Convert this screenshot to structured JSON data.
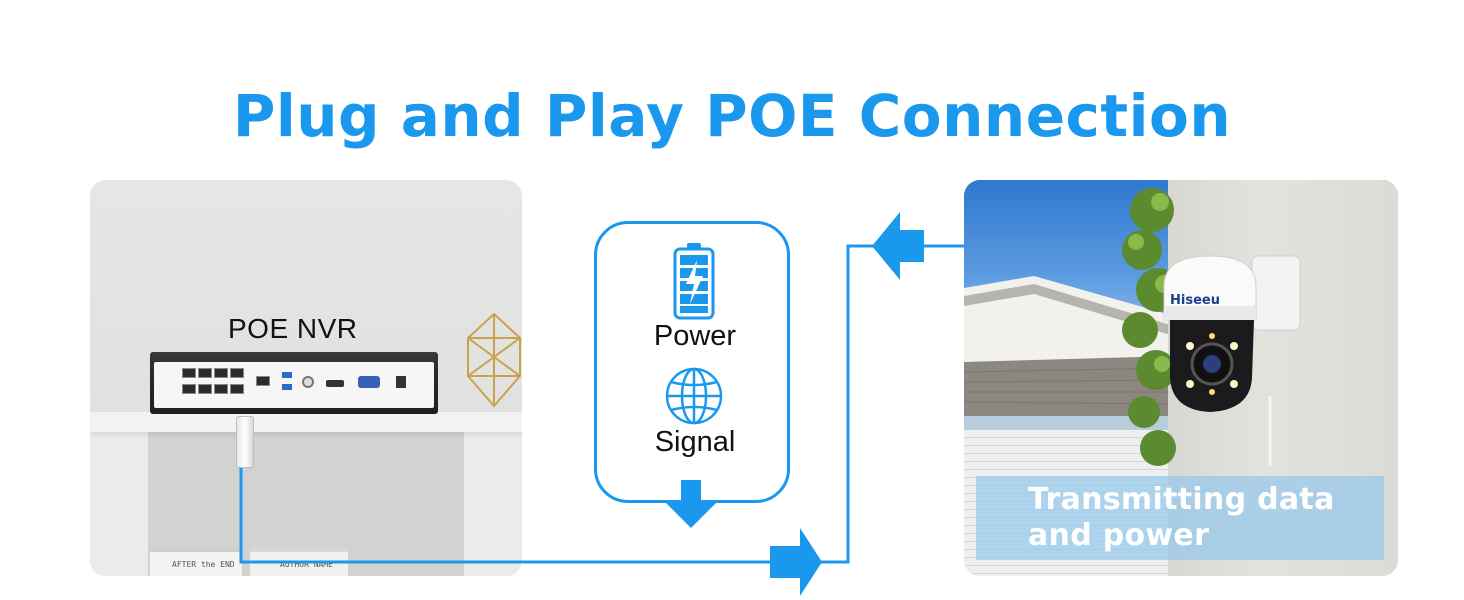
{
  "title": "Plug and Play POE Connection",
  "nvr_panel": {
    "label": "POE NVR",
    "book_titles": [
      "AFTER the END",
      "AUTHOR NAME"
    ]
  },
  "card": {
    "power_label": "Power",
    "signal_label": "Signal",
    "icons": [
      "battery-icon",
      "globe-icon",
      "arrow-down-icon"
    ]
  },
  "camera_panel": {
    "brand": "Hiseeu",
    "caption_line1": "Transmitting data",
    "caption_line2": "and power"
  },
  "colors": {
    "accent": "#1a98ee",
    "text": "#111111",
    "caption_bg": "#96c8eb"
  }
}
